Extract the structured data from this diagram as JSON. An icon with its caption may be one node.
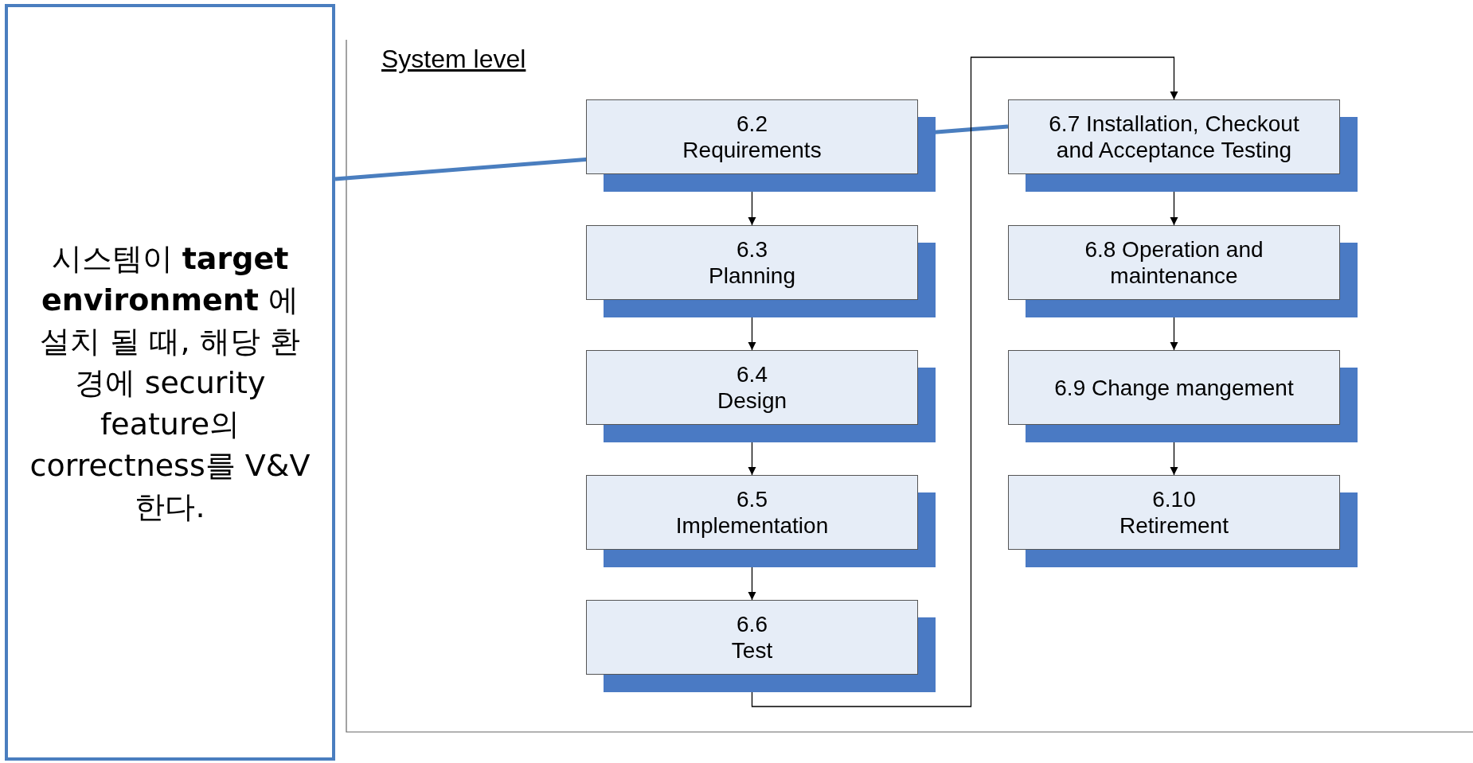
{
  "diagram": {
    "nodes": [
      {
        "text": [
          "시스템이 **target environment** 에 설치 될 때, 해당 환경에 security feature의 correctness를 V&V 한다."
        ]
      },
      {
        "text": [
          "6.2 Requirements"
        ]
      },
      {
        "text": [
          "6.3 Planning"
        ]
      },
      {
        "text": [
          "6.4 Design"
        ]
      },
      {
        "text": [
          "6.5 Implementation"
        ]
      },
      {
        "text": [
          "6.6 Test"
        ]
      },
      {
        "text": [
          "6.7 Installation, Checkout and Acceptance Testing"
        ]
      },
      {
        "text": [
          "6.8 Operation and maintenance"
        ]
      },
      {
        "text": [
          "6.9 Change mangement"
        ]
      },
      {
        "text": [
          "6.10 Retirement"
        ]
      }
    ],
    "edges": [
      {
        "from": 0,
        "to": 6,
        "arrow": "none",
        "style": "thick",
        "color": "#4a7ebf"
      },
      {
        "from": 1,
        "to": 2,
        "arrow": "to"
      },
      {
        "from": 2,
        "to": 3,
        "arrow": "to"
      },
      {
        "from": 3,
        "to": 4,
        "arrow": "to"
      },
      {
        "from": 4,
        "to": 5,
        "arrow": "to"
      },
      {
        "from": 5,
        "to": 6,
        "arrow": "to"
      },
      {
        "from": 6,
        "to": 7,
        "arrow": "to"
      },
      {
        "from": 7,
        "to": 8,
        "arrow": "to"
      },
      {
        "from": 8,
        "to": 9,
        "arrow": "to"
      }
    ],
    "labels": [
      "System level"
    ]
  }
}
